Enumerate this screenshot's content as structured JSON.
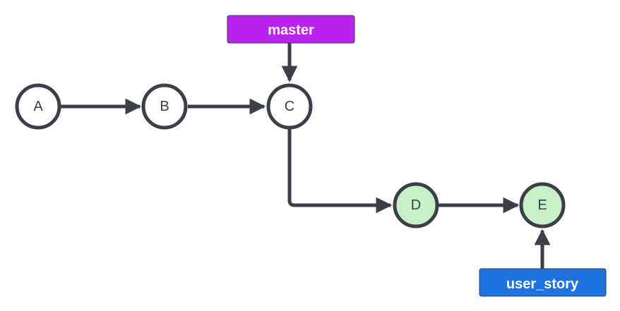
{
  "diagram": {
    "commits": [
      {
        "id": "A",
        "label": "A",
        "fill": "#ffffff"
      },
      {
        "id": "B",
        "label": "B",
        "fill": "#ffffff"
      },
      {
        "id": "C",
        "label": "C",
        "fill": "#ffffff"
      },
      {
        "id": "D",
        "label": "D",
        "fill": "#c8f0c8"
      },
      {
        "id": "E",
        "label": "E",
        "fill": "#c8f0c8"
      }
    ],
    "branches": [
      {
        "id": "master",
        "label": "master",
        "color": "#bb22ee",
        "points_to": "C"
      },
      {
        "id": "user_story",
        "label": "user_story",
        "color": "#1f73e0",
        "points_to": "E"
      }
    ],
    "edges": [
      {
        "from": "A",
        "to": "B"
      },
      {
        "from": "B",
        "to": "C"
      },
      {
        "from": "C",
        "to": "D"
      },
      {
        "from": "D",
        "to": "E"
      }
    ],
    "stroke_color": "#3a3f4a"
  }
}
